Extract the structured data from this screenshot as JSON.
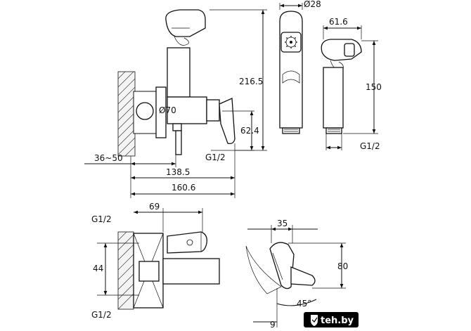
{
  "dimensions": {
    "d28": "Ø28",
    "d616": "61.6",
    "d2165": "216.5",
    "d150": "150",
    "d70": "Ø70",
    "d624": "62.4",
    "g12_right": "G1/2",
    "d3650": "36~50",
    "g12_mid": "G1/2",
    "d1385": "138.5",
    "d1606": "160.6",
    "g12_top_left": "G1/2",
    "d69": "69",
    "d44": "44",
    "g12_bottom_left": "G1/2",
    "d35": "35",
    "d80": "80",
    "d45": "45°",
    "d9": "9"
  },
  "watermark": {
    "text": "teh.by",
    "icon": "shield-icon"
  }
}
